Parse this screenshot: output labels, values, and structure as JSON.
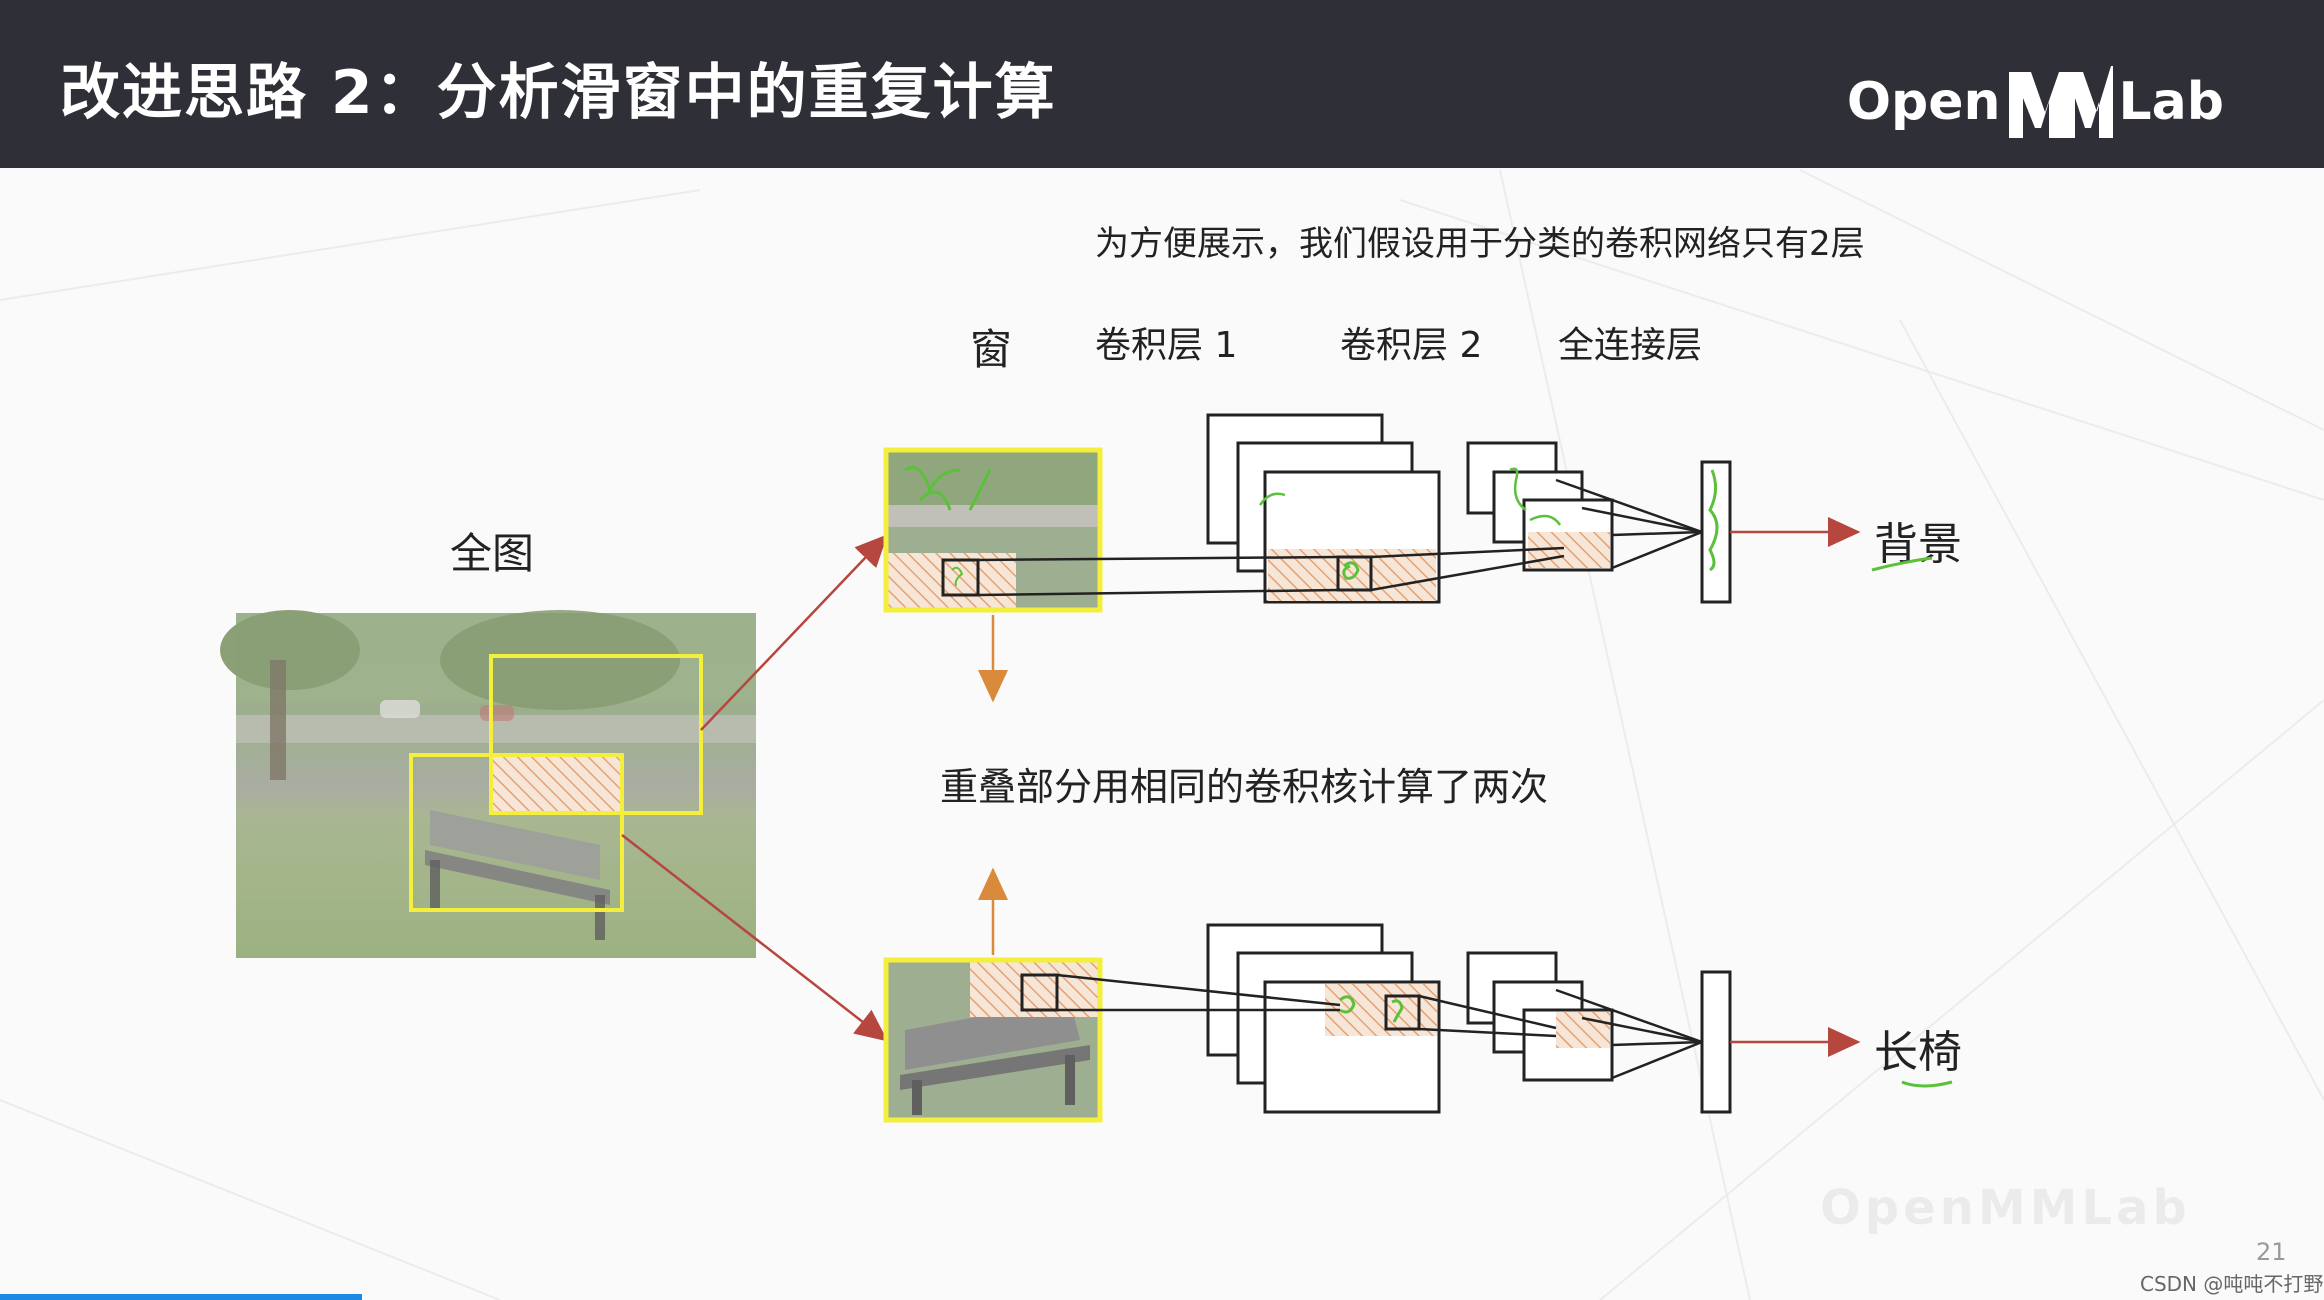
{
  "header": {
    "title": "改进思路 2：分析滑窗中的重复计算",
    "logo_left": "Open",
    "logo_right": "Lab"
  },
  "note": "为方便展示，我们假设用于分类的卷积网络只有2层",
  "columns": {
    "window": "窗",
    "conv1": "卷积层 1",
    "conv2": "卷积层 2",
    "fc": "全连接层"
  },
  "full_image_label": "全图",
  "overlap_text": "重叠部分用相同的卷积核计算了两次",
  "outputs": {
    "top": "背景",
    "bottom": "长椅"
  },
  "watermark": "OpenMMLab",
  "page_number": "21",
  "csdn_credit": "CSDN @吨吨不打野",
  "colors": {
    "header_bg": "#2f2f37",
    "window_border": "#f4ee3c",
    "arrow_red": "#b5473f",
    "arrow_orange": "#d98a3a",
    "hatch": "#e8a070",
    "scribble_green": "#5bc03a",
    "progress_bar": "#1e88e5"
  }
}
